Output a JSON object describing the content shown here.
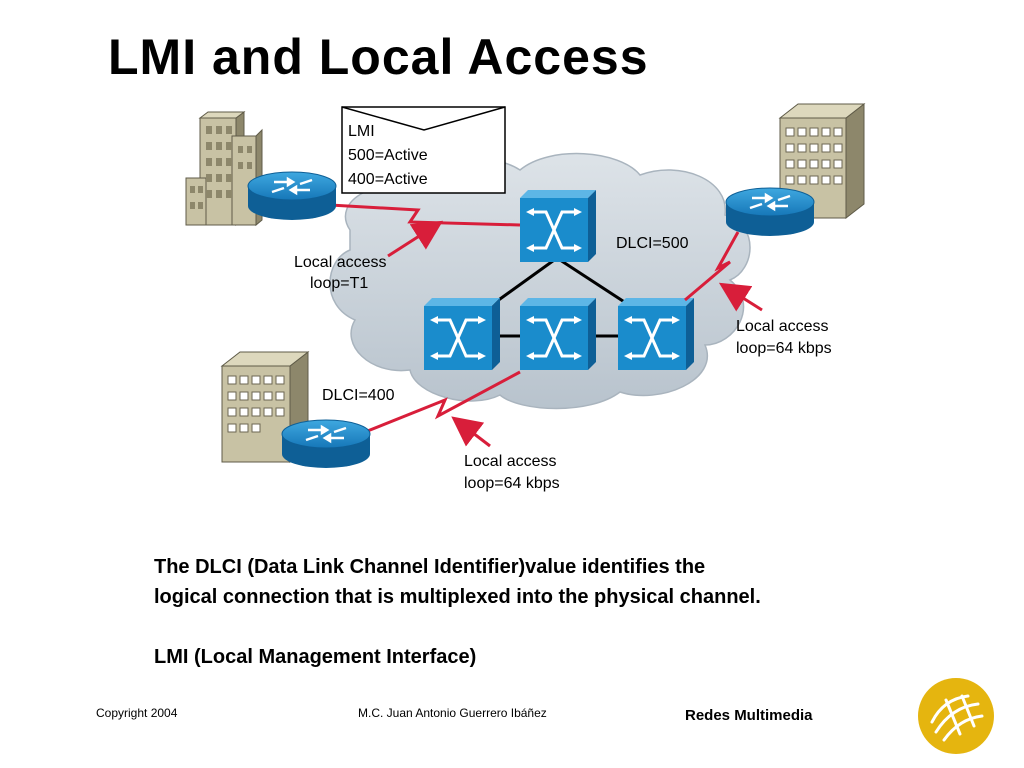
{
  "title": "LMI and Local Access",
  "lmi_message": {
    "line1": "LMI",
    "line2": "500=Active",
    "line3": "400=Active"
  },
  "labels": {
    "local_access_t1_line1": "Local access",
    "local_access_t1_line2": "loop=T1",
    "dlci_500": "DLCI=500",
    "local_access_right_line1": "Local access",
    "local_access_right_line2": "loop=64 kbps",
    "dlci_400": "DLCI=400",
    "local_access_bottom_line1": "Local access",
    "local_access_bottom_line2": "loop=64 kbps"
  },
  "description": {
    "line1": "The DLCI (Data Link Channel Identifier)value identifies the",
    "line2": "logical connection that is  multiplexed into the physical channel.",
    "line3": "LMI (Local Management Interface)"
  },
  "footer": {
    "copyright": "Copyright 2004",
    "author": "M.C. Juan Antonio Guerrero Ibáñez",
    "course": "Redes Multimedia"
  },
  "colors": {
    "switch_blue": "#1a8ccc",
    "link_red": "#d81e3a",
    "cloud_gray": "#c9d2da",
    "building_tan": "#c8c2a4",
    "logo_gold": "#e5b50f"
  },
  "icons": {
    "switch": "frame-relay-switch-icon",
    "router": "router-icon",
    "building": "building-icon",
    "logo": "university-logo-icon"
  }
}
